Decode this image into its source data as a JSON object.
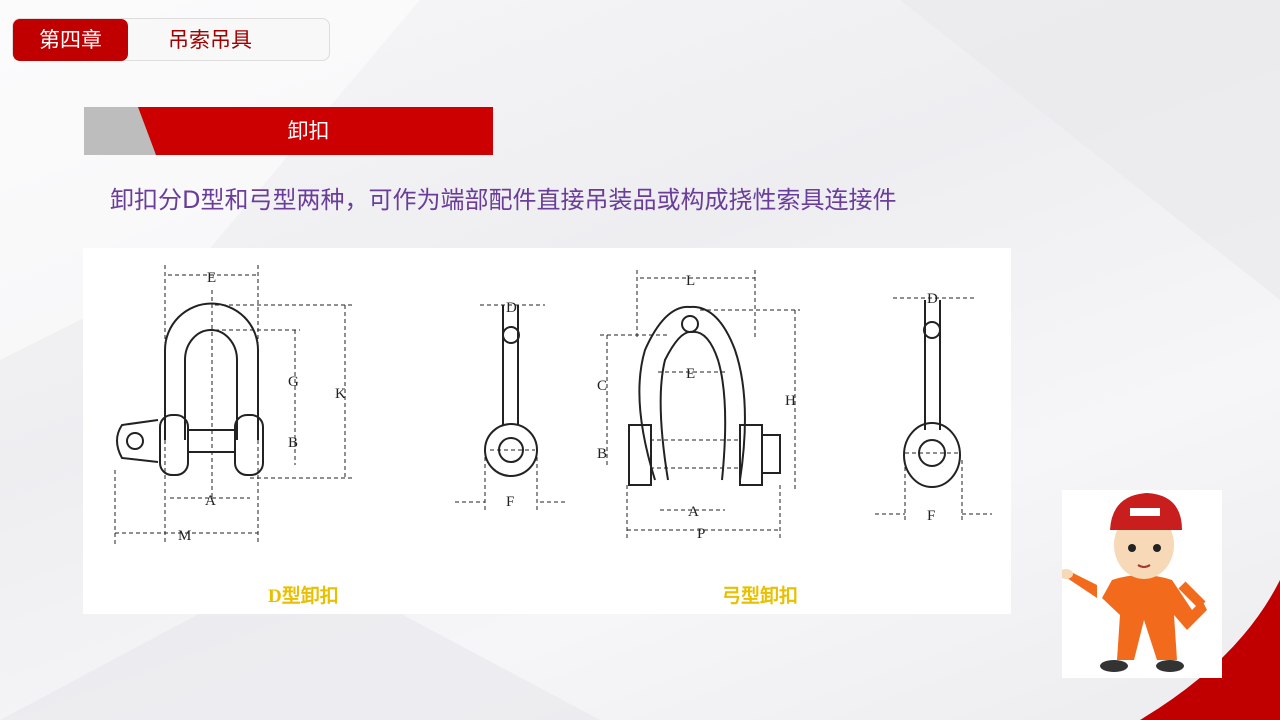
{
  "header": {
    "chapter_label": "第四章",
    "chapter_title": "吊索吊具"
  },
  "section": {
    "title": "卸扣"
  },
  "description": "卸扣分D型和弓型两种，可作为端部配件直接吊装品或构成挠性索具连接件",
  "figure": {
    "d_shackle": {
      "caption": "D型卸扣",
      "labels": [
        "E",
        "G",
        "K",
        "B",
        "A",
        "M"
      ],
      "side_labels": [
        "D",
        "F"
      ]
    },
    "bow_shackle": {
      "caption": "弓型卸扣",
      "labels": [
        "L",
        "E",
        "C",
        "B",
        "H",
        "A",
        "P"
      ],
      "side_labels": [
        "D",
        "F"
      ]
    }
  },
  "colors": {
    "accent": "#c00000",
    "text_purple": "#6a3d9a",
    "caption_yellow": "#e8c000"
  }
}
